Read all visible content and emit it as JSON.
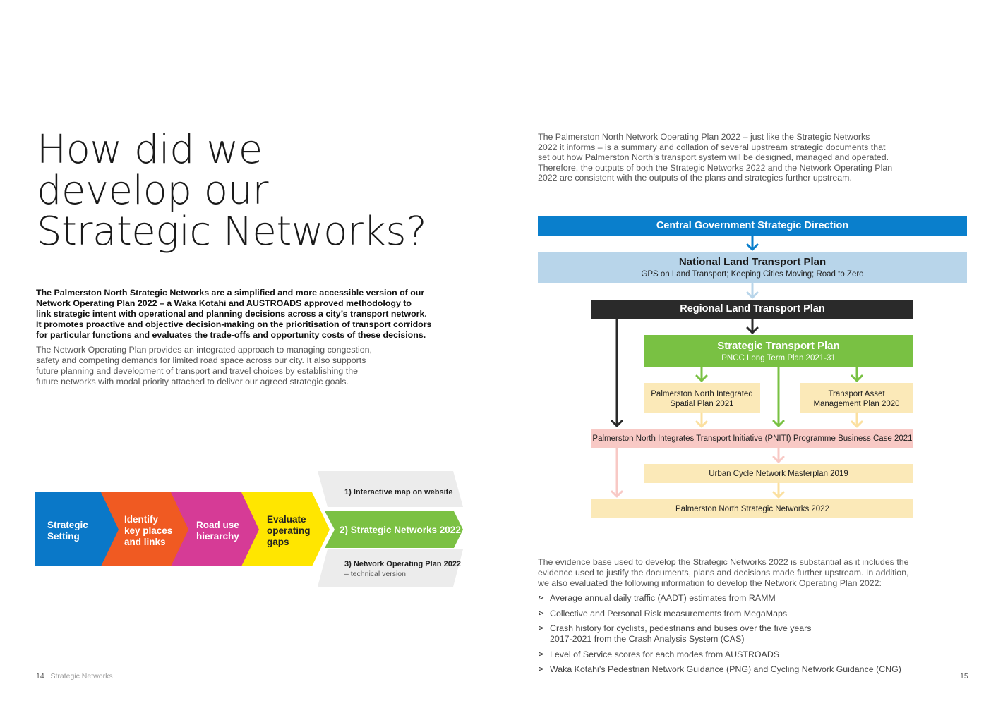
{
  "left_page": {
    "title_lines": [
      "How did we",
      "develop our",
      "Strategic Networks?"
    ],
    "lead_lines": [
      "The Palmerston North Strategic Networks are a simplified and more accessible version of our",
      "Network Operating Plan 2022 – a Waka Kotahi and AUSTROADS approved methodology to",
      "link strategic intent with operational and planning decisions across a city’s transport network.",
      "It promotes proactive and objective decision-making on the prioritisation of transport corridors",
      "for particular functions and evaluates the trade-offs and opportunity costs of these decisions."
    ],
    "intro_lines": [
      "The Network Operating Plan provides an integrated approach to managing congestion,",
      "safety and competing demands for limited road space across our city. It also supports",
      "future planning and development of transport and travel choices by establishing the",
      "future networks with modal priority attached to deliver our agreed strategic goals."
    ],
    "process_steps": [
      {
        "lines": [
          "Strategic",
          "Setting"
        ],
        "color": "#0a78c8"
      },
      {
        "lines": [
          "Identify",
          "key places",
          "and links"
        ],
        "color": "#f05a22"
      },
      {
        "lines": [
          "Road use",
          "hierarchy"
        ],
        "color": "#d63b96"
      },
      {
        "lines": [
          "Evaluate",
          "operating",
          "gaps"
        ],
        "color": "#ffe600"
      }
    ],
    "outputs": {
      "option1": "1) Interactive map on website",
      "option2": "2) Strategic Networks 2022",
      "option3": "3) Network Operating Plan 2022",
      "option3_sub": "– technical version"
    },
    "footer": {
      "page": "14",
      "label": "Strategic Networks"
    }
  },
  "right_page": {
    "intro_lines": [
      "The Palmerston North Network Operating Plan 2022 – just like the Strategic Networks",
      "2022  it informs – is a summary and collation of several upstream strategic documents that",
      "set out how Palmerston North’s transport system will be designed, managed and operated.",
      "Therefore, the outputs of both the Strategic Networks 2022 and the Network Operating Plan",
      "2022 are consistent with the outputs of the plans and strategies further upstream."
    ],
    "diagram": {
      "central": "Central Government Strategic Direction",
      "nltp_title": "National Land Transport Plan",
      "nltp_sub": "GPS on Land Transport; Keeping Cities Moving; Road to Zero",
      "rltp": "Regional Land Transport Plan",
      "stp_title": "Strategic Transport Plan",
      "stp_sub": "PNCC Long Term Plan 2021-31",
      "spatial_lines": [
        "Palmerston North Integrated",
        "Spatial Plan 2021"
      ],
      "asset_lines": [
        "Transport Asset",
        "Management Plan 2020"
      ],
      "pniti": "Palmerston North Integrates Transport Initiative (PNITI) Programme Business Case 2021",
      "cycle": "Urban Cycle Network Masterplan 2019",
      "networks": "Palmerston North Strategic Networks 2022",
      "colors": {
        "central": "#0a7fcc",
        "nltp": "#b8d5ea",
        "rltp": "#2a2a2a",
        "stp": "#79c143",
        "yellow": "#fbe9b8",
        "pink": "#f8c9c5"
      }
    },
    "evidence_lines": [
      "The evidence base used to develop the Strategic Networks 2022 is substantial as it includes the",
      "evidence used to justify the documents, plans and decisions made further upstream. In addition,",
      "we also evaluated the following information to develop the Network Operating Plan 2022:"
    ],
    "bullets": [
      [
        "Average annual daily traffic (AADT) estimates from RAMM"
      ],
      [
        "Collective and Personal Risk measurements from MegaMaps"
      ],
      [
        "Crash history for cyclists, pedestrians and buses over the five years",
        "2017-2021 from the Crash Analysis System (CAS)"
      ],
      [
        "Level of Service scores for each modes from AUSTROADS"
      ],
      [
        "Waka Kotahi’s Pedestrian Network Guidance (PNG) and Cycling Network Guidance (CNG)"
      ]
    ],
    "footer": {
      "page": "15"
    }
  }
}
